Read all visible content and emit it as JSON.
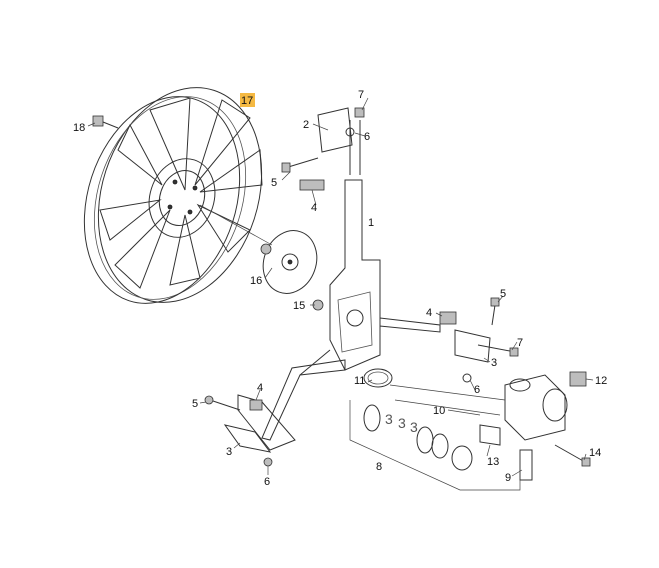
{
  "diagram": {
    "highlight_color": "#f5b942",
    "callouts": [
      {
        "id": "17",
        "text": "17",
        "highlighted": true
      },
      {
        "id": "18",
        "text": "18"
      },
      {
        "id": "7a",
        "text": "7"
      },
      {
        "id": "2",
        "text": "2"
      },
      {
        "id": "6a",
        "text": "6"
      },
      {
        "id": "5a",
        "text": "5"
      },
      {
        "id": "4a",
        "text": "4"
      },
      {
        "id": "1",
        "text": "1"
      },
      {
        "id": "16",
        "text": "16"
      },
      {
        "id": "15",
        "text": "15"
      },
      {
        "id": "4b",
        "text": "4"
      },
      {
        "id": "5b",
        "text": "5"
      },
      {
        "id": "7b",
        "text": "7"
      },
      {
        "id": "3a",
        "text": "3"
      },
      {
        "id": "11",
        "text": "11"
      },
      {
        "id": "6b",
        "text": "6"
      },
      {
        "id": "12",
        "text": "12"
      },
      {
        "id": "4c",
        "text": "4"
      },
      {
        "id": "5c",
        "text": "5"
      },
      {
        "id": "10",
        "text": "10"
      },
      {
        "id": "3b",
        "text": "3"
      },
      {
        "id": "13",
        "text": "13"
      },
      {
        "id": "14",
        "text": "14"
      },
      {
        "id": "8",
        "text": "8"
      },
      {
        "id": "9",
        "text": "9"
      },
      {
        "id": "6c",
        "text": "6"
      }
    ]
  }
}
